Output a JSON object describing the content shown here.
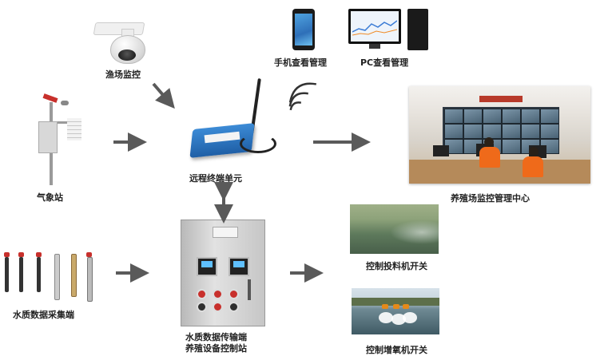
{
  "labels": {
    "camera": "渔场监控",
    "phone": "手机查看管理",
    "pc": "PC查看管理",
    "weather_station": "气象站",
    "rtu": "远程终端单元",
    "control_center": "养殖场监控管理中心",
    "water_sensors": "水质数据采集端",
    "cabinet_line1": "水质数据传输端",
    "cabinet_line2": "养殖设备控制站",
    "feeder_switch": "控制投料机开关",
    "aerator_switch": "控制增氧机开关"
  },
  "colors": {
    "arrow": "#5a5a5a",
    "wifi": "#333333"
  },
  "icons": [
    "camera-icon",
    "phone-icon",
    "pc-icon",
    "weather-station-icon",
    "rtu-icon",
    "wifi-icon",
    "control-room-photo",
    "water-sensor-probes",
    "control-cabinet",
    "feeder-photo",
    "aerator-photo"
  ]
}
